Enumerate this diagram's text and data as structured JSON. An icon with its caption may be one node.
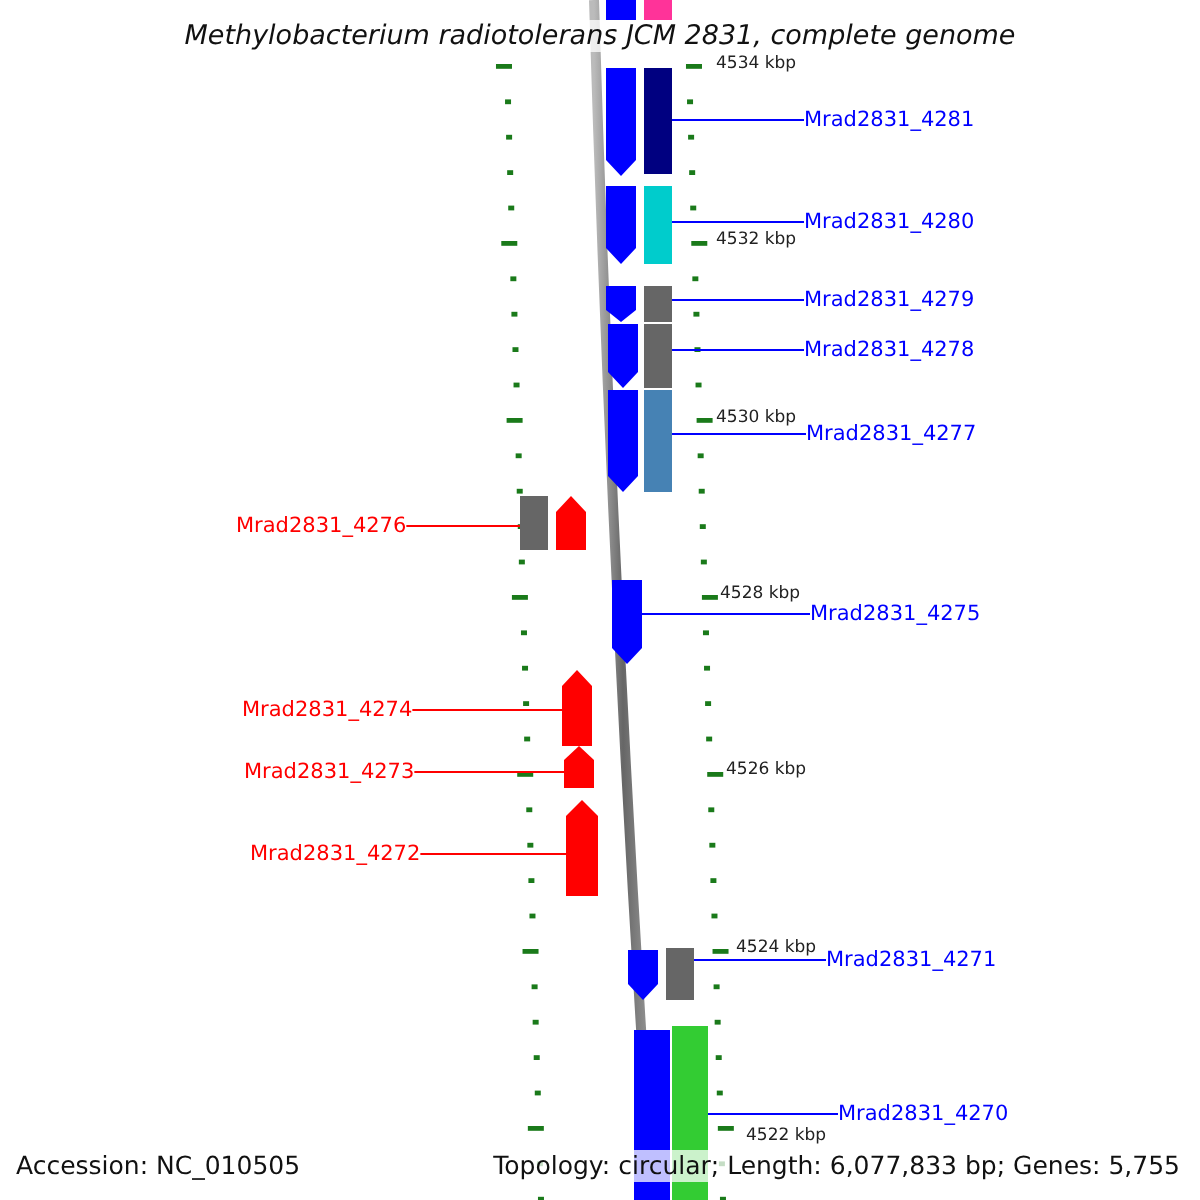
{
  "diagram": {
    "title": "Methylobacterium radiotolerans JCM 2831, complete genome",
    "nodes": [
      {
        "text": [
          "Mrad2831_4281"
        ]
      },
      {
        "text": [
          "Mrad2831_4280"
        ]
      },
      {
        "text": [
          "Mrad2831_4279"
        ]
      },
      {
        "text": [
          "Mrad2831_4278"
        ]
      },
      {
        "text": [
          "Mrad2831_4277"
        ]
      },
      {
        "text": [
          "Mrad2831_4276"
        ]
      },
      {
        "text": [
          "Mrad2831_4275"
        ]
      },
      {
        "text": [
          "Mrad2831_4274"
        ]
      },
      {
        "text": [
          "Mrad2831_4273"
        ]
      },
      {
        "text": [
          "Mrad2831_4272"
        ]
      },
      {
        "text": [
          "Mrad2831_4271"
        ]
      },
      {
        "text": [
          "Mrad2831_4270"
        ]
      },
      {
        "text": [],
        "shape": "box"
      },
      {
        "text": [],
        "shape": "box"
      },
      {
        "text": [],
        "shape": "box"
      },
      {
        "text": [],
        "shape": "box"
      },
      {
        "text": [],
        "shape": "box"
      },
      {
        "text": [],
        "shape": "box"
      },
      {
        "text": [],
        "shape": "arrow"
      },
      {
        "text": [],
        "shape": "arrow"
      },
      {
        "text": [],
        "shape": "arrow"
      },
      {
        "text": [],
        "shape": "arrow"
      },
      {
        "text": [],
        "shape": "box"
      },
      {
        "text": [],
        "shape": "bar"
      }
    ],
    "edges": [
      {
        "from": 0,
        "to": 12,
        "arrow": "none"
      },
      {
        "from": 1,
        "to": 13,
        "arrow": "none"
      },
      {
        "from": 2,
        "to": 14,
        "arrow": "none"
      },
      {
        "from": 3,
        "to": 15,
        "arrow": "none"
      },
      {
        "from": 4,
        "to": 16,
        "arrow": "none"
      },
      {
        "from": 5,
        "to": 17,
        "arrow": "none",
        "color": "#ff0000"
      },
      {
        "from": 6,
        "to": 18,
        "arrow": "none"
      },
      {
        "from": 7,
        "to": 19,
        "arrow": "none",
        "color": "#ff0000"
      },
      {
        "from": 8,
        "to": 20,
        "arrow": "none",
        "color": "#ff0000"
      },
      {
        "from": 9,
        "to": 21,
        "arrow": "none",
        "color": "#ff0000"
      },
      {
        "from": 10,
        "to": 22,
        "arrow": "none"
      },
      {
        "from": 11,
        "to": 23,
        "arrow": "none"
      }
    ],
    "labels": [
      "4534 kbp",
      "4532 kbp",
      "4530 kbp",
      "4528 kbp",
      "4526 kbp",
      "4524 kbp",
      "4522 kbp",
      "Accession: NC_010505",
      "Topology: circular; Length: 6,077,833 bp; Genes: 5,755"
    ]
  }
}
